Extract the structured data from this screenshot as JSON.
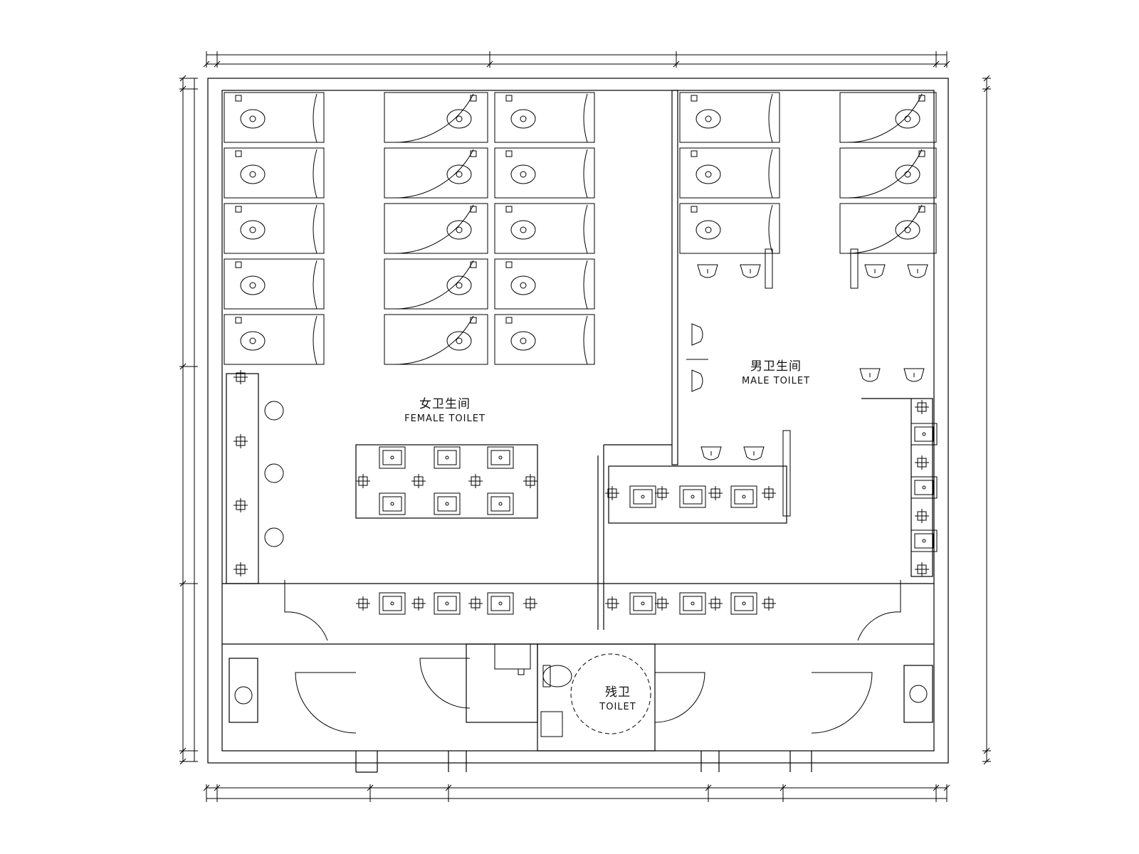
{
  "rooms": {
    "female": {
      "zh": "女卫生间",
      "en": "FEMALE TOILET",
      "stalls": 15,
      "sinks": 12
    },
    "male": {
      "zh": "男卫生间",
      "en": "MALE TOILET",
      "stalls": 6,
      "urinals": 8,
      "sinks": 9
    },
    "accessible": {
      "zh": "残卫",
      "en": "TOILET"
    }
  },
  "drawing": {
    "line_color": "#000000",
    "background": "#ffffff"
  }
}
